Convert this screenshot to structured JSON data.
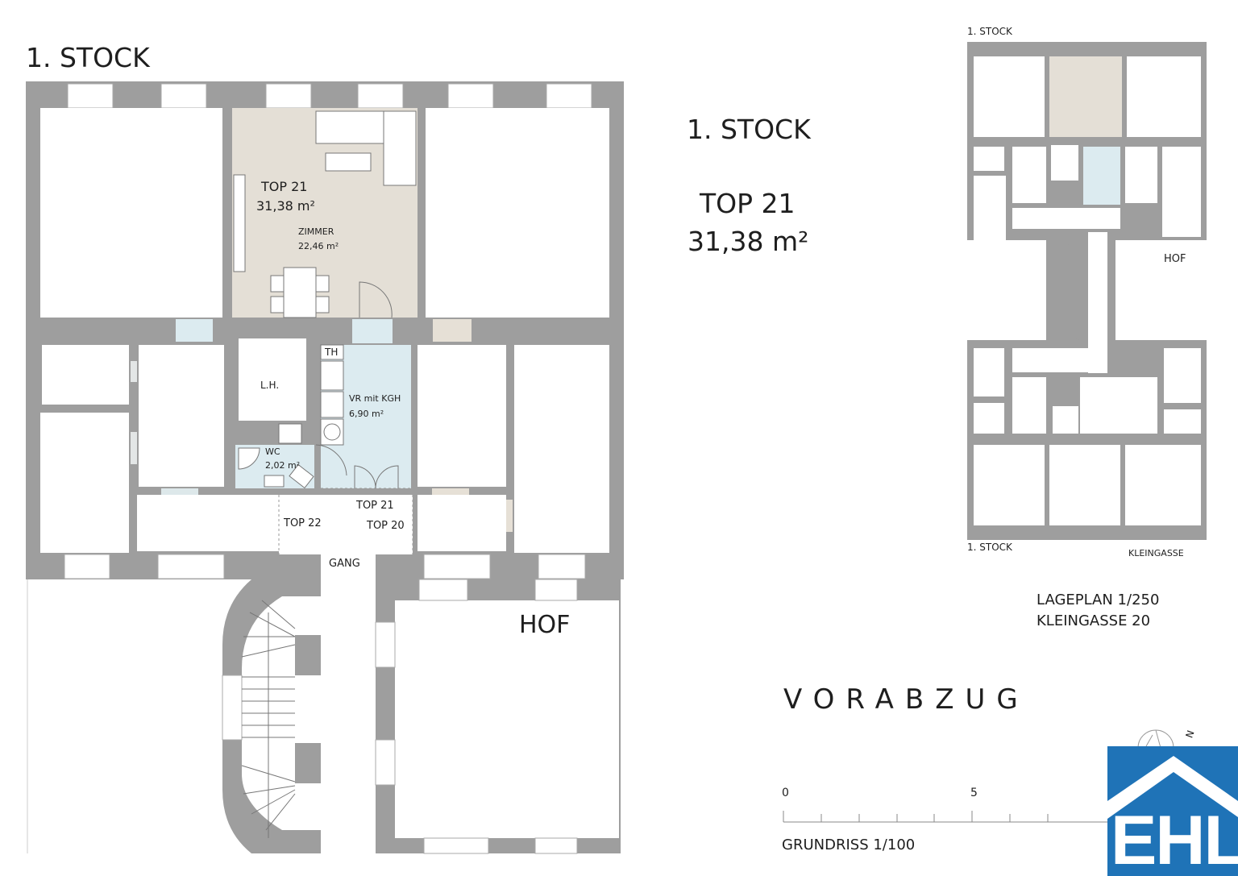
{
  "header": {
    "floor_label": "1. STOCK"
  },
  "info": {
    "floor_label": "1. STOCK",
    "unit": "TOP 21",
    "unit_area": "31,38 m²"
  },
  "plan": {
    "rooms": {
      "unit_label": "TOP 21",
      "unit_area": "31,38 m²",
      "zimmer_label": "ZIMMER",
      "zimmer_area": "22,46 m²",
      "lh_label": "L.H.",
      "th_label": "TH",
      "vr_label": "VR mit KGH",
      "vr_area": "6,90 m²",
      "wc_label": "WC",
      "wc_area": "2,02 m²"
    },
    "corridor": {
      "top22": "TOP 22",
      "top21": "TOP 21",
      "top20": "TOP 20",
      "gang": "GANG"
    },
    "courtyard": "HOF"
  },
  "site_plan": {
    "top_label": "1. STOCK",
    "bottom_label": "1. STOCK",
    "street": "KLEINGASSE",
    "hof": "HOF",
    "caption_line1": "LAGEPLAN 1/250",
    "caption_line2": "KLEINGASSE 20"
  },
  "watermark": "VORABZUG",
  "scale_bar": {
    "tick_0": "0",
    "tick_5": "5",
    "caption": "GRUNDRISS 1/100"
  },
  "compass": {
    "north": "N"
  },
  "logo": {
    "text": "EHL",
    "color": "#1f73b7"
  },
  "colors": {
    "wall": "#9e9e9e",
    "unit_room": "#e4dfd6",
    "wet_room": "#dcebf0"
  }
}
